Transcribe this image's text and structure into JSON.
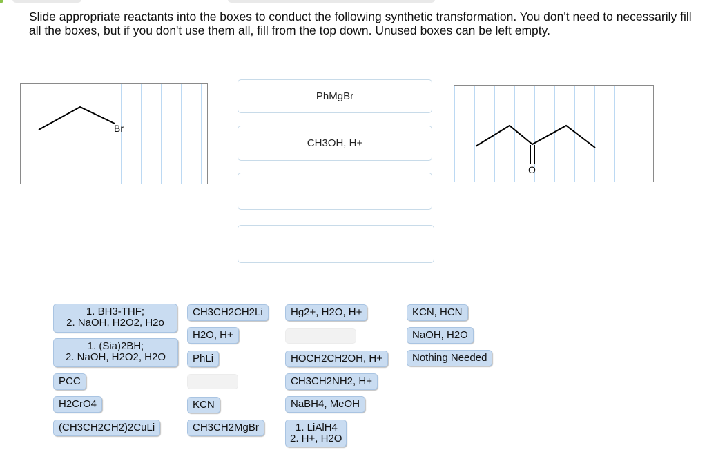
{
  "instructions": "Slide appropriate reactants into the boxes to conduct the following synthetic transformation.  You don't need to necessarily fill all the boxes, but if you don't use them all, fill from the top down.  Unused boxes can be left empty.",
  "starting_material": {
    "atom_label": "Br",
    "icon": "bromopropane-structure"
  },
  "product": {
    "atom_label": "O",
    "icon": "pentanone-structure"
  },
  "drop_boxes": [
    "PhMgBr",
    "CH3OH, H+",
    "",
    ""
  ],
  "tiles": {
    "bh3": {
      "line1": "1. BH3-THF;",
      "line2": "2. NaOH, H2O2, H2o"
    },
    "sia2bh": {
      "line1": "1. (Sia)2BH;",
      "line2": "2. NaOH, H2O2, H2O"
    },
    "pcc": "PCC",
    "h2cro4": "H2CrO4",
    "cuprate": "(CH3CH2CH2)2CuLi",
    "propyllithium": "CH3CH2CH2Li",
    "h2o_h": "H2O, H+",
    "phli": "PhLi",
    "kcn": "KCN",
    "ethylgrignard": "CH3CH2MgBr",
    "hg2": "Hg2+, H2O, H+",
    "glycol": "HOCH2CH2OH, H+",
    "ethylamine": "CH3CH2NH2, H+",
    "nabh4": "NaBH4, MeOH",
    "lialh4": {
      "line1": "1. LiAlH4",
      "line2": "2. H+, H2O"
    },
    "kcn_hcn": "KCN, HCN",
    "naoh_h2o": "NaOH, H2O",
    "nothing": "Nothing Needed"
  }
}
